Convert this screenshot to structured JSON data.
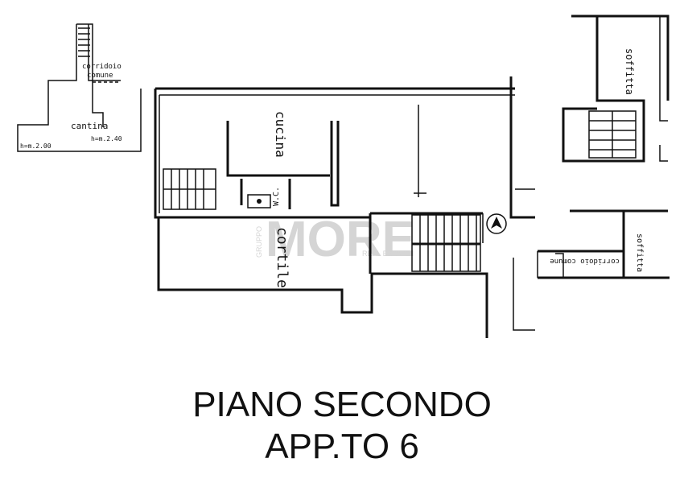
{
  "plan": {
    "cantina_block": {
      "corridor_label_1": "corridoio",
      "corridor_label_2": "comune",
      "room_label": "cantina",
      "height_left": "h=m.2.00",
      "height_right": "h=m.2.40"
    },
    "main_block": {
      "kitchen_label": "cucina",
      "wc_label": "W.C.",
      "courtyard_label": "cortile"
    },
    "attic_top": {
      "label": "soffitta"
    },
    "attic_bottom": {
      "attic_label": "soffitta",
      "corridor_label": "corridoio comune"
    },
    "north_icon": "north-arrow-icon"
  },
  "watermark": {
    "group": "GRUPPO",
    "brand": "MORE",
    "tagline": "REAL ESTATE"
  },
  "caption": {
    "line1": "PIANO SECONDO",
    "line2": "APP.TO 6"
  }
}
